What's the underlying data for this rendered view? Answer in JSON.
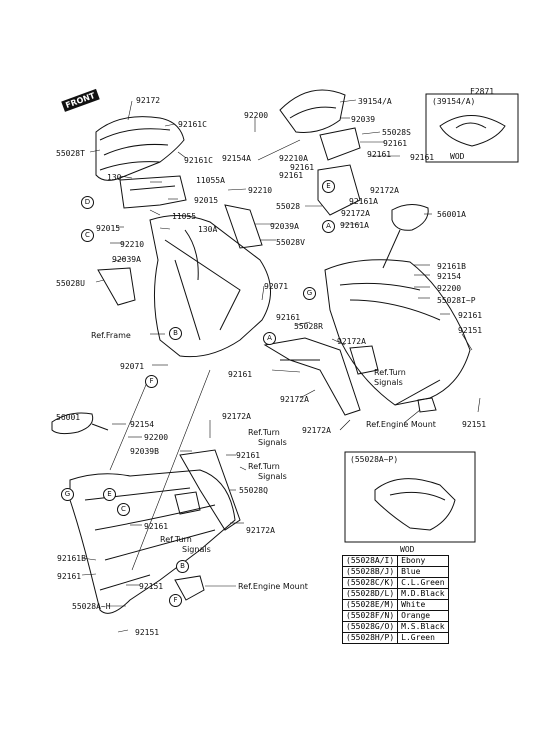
{
  "figure_code": "F2871",
  "front_label": "FRONT",
  "wod_label": "WOD",
  "inset_top": {
    "title": "(39154/A)",
    "caption": "WOD"
  },
  "inset_mid": {
    "title": "(55028A~P)"
  },
  "color_table": {
    "header": "WOD",
    "rows": [
      {
        "code": "(55028A/I)",
        "color": "Ebony"
      },
      {
        "code": "(55028B/J)",
        "color": "Blue"
      },
      {
        "code": "(55028C/K)",
        "color": "C.L.Green"
      },
      {
        "code": "(55028D/L)",
        "color": "M.D.Black"
      },
      {
        "code": "(55028E/M)",
        "color": "White"
      },
      {
        "code": "(55028F/N)",
        "color": "Orange"
      },
      {
        "code": "(55028G/O)",
        "color": "M.S.Black"
      },
      {
        "code": "(55028H/P)",
        "color": "L.Green"
      }
    ]
  },
  "callouts": {
    "A": "A",
    "B": "B",
    "C": "C",
    "D": "D",
    "E": "E",
    "F": "F",
    "G": "G"
  },
  "part_labels": [
    "92172",
    "92161C",
    "55028T",
    "92161C",
    "130",
    "11055A",
    "92015",
    "11055",
    "92015",
    "130A",
    "92210",
    "92039A",
    "55028U",
    "Ref.Frame",
    "92071",
    "92071",
    "39154/A",
    "92200",
    "92039",
    "55028S",
    "92154A",
    "92210A",
    "92161",
    "92161",
    "92161",
    "92161",
    "92161",
    "92172A",
    "92210",
    "55028",
    "92161A",
    "92172A",
    "92039A",
    "55028V",
    "92161A",
    "56001A",
    "92161B",
    "92154",
    "92200",
    "55028I~P",
    "92161",
    "92151",
    "92161",
    "55028R",
    "92172A",
    "Ref.Turn",
    "Signals",
    "92172A",
    "92172A",
    "92161",
    "Ref.Engine Mount",
    "92151",
    "56001",
    "92154",
    "92200",
    "92039B",
    "92172A",
    "Ref.Turn",
    "Signals",
    "92161",
    "Ref.Turn",
    "Signals",
    "55028Q",
    "92161",
    "Ref.Turn",
    "Signals",
    "92172A",
    "92161B",
    "92161",
    "92151",
    "Ref.Engine Mount",
    "55028A~H",
    "92151"
  ]
}
